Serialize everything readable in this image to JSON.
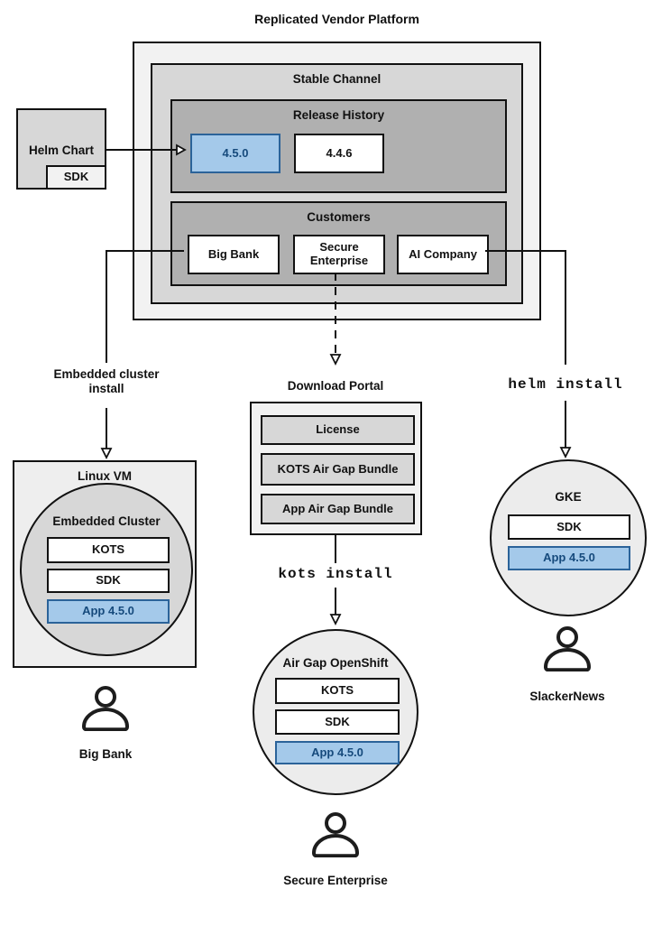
{
  "title": "Replicated Vendor Platform",
  "helm_chart": {
    "label": "Helm Chart",
    "sdk": "SDK"
  },
  "stable_channel": {
    "label": "Stable Channel"
  },
  "release_history": {
    "label": "Release History",
    "releases": [
      "4.5.0",
      "4.4.6"
    ]
  },
  "customers": {
    "label": "Customers",
    "items": [
      "Big Bank",
      "Secure Enterprise",
      "AI Company"
    ]
  },
  "edge_labels": {
    "embedded": "Embedded cluster install",
    "download_portal": "Download Portal",
    "kots_install": "kots install",
    "helm_install": "helm install"
  },
  "download_portal": {
    "items": [
      "License",
      "KOTS Air Gap Bundle",
      "App Air Gap Bundle"
    ]
  },
  "linux_vm": {
    "label": "Linux VM",
    "cluster_label": "Embedded Cluster",
    "components": [
      "KOTS",
      "SDK",
      "App 4.5.0"
    ],
    "user": "Big Bank"
  },
  "air_gap_openshift": {
    "label": "Air Gap OpenShift",
    "components": [
      "KOTS",
      "SDK",
      "App 4.5.0"
    ],
    "user": "Secure Enterprise"
  },
  "gke": {
    "label": "GKE",
    "components": [
      "SDK",
      "App 4.5.0"
    ],
    "user": "SlackerNews"
  },
  "colors": {
    "highlight_fill": "#a4c9ea",
    "highlight_border": "#2b6399",
    "highlight_text": "#164a7c",
    "box_gray_light": "#f2f2f2",
    "box_gray_mid": "#d7d7d7",
    "box_gray_dark": "#b0b0b0"
  }
}
